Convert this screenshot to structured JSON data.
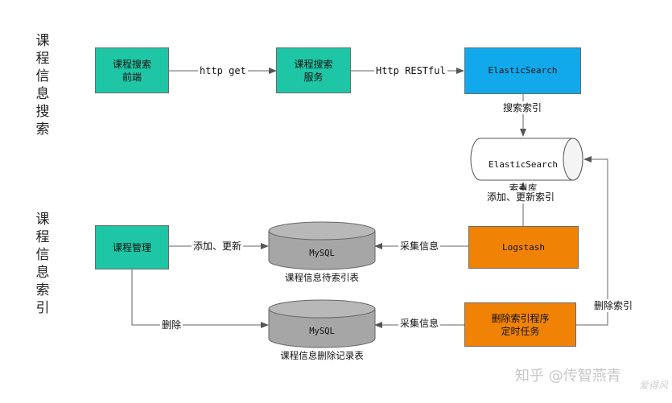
{
  "sections": {
    "search_title": "课程信息搜索",
    "index_title": "课程信息索引"
  },
  "nodes": {
    "search_frontend": "课程搜索\n前端",
    "search_service": "课程搜索\n服务",
    "elasticsearch": "ElasticSearch",
    "es_index_line1": "ElasticSearch",
    "es_index_line2": "索引库",
    "course_mgmt": "课程管理",
    "mysql_pending_line1": "MySQL",
    "mysql_pending_line2": "课程信息待索引表",
    "logstash": "Logstash",
    "mysql_delete_line1": "MySQL",
    "mysql_delete_line2": "课程信息删除记录表",
    "delete_program": "删除索引程序\n定时任务"
  },
  "edges": {
    "http_get": "http get",
    "http_restful": "Http RESTful",
    "search_index": "搜索索引",
    "add_update_index": "添加、更新索引",
    "add_update": "添加、更新",
    "collect_1": "采集信息",
    "delete": "删除",
    "collect_2": "采集信息",
    "delete_index": "删除索引"
  },
  "watermark": {
    "main": "知乎 @传智燕青",
    "corner": "爱得风"
  },
  "colors": {
    "teal": "#1fc6a6",
    "blue": "#12a9ec",
    "orange": "#f08306",
    "cylinder_gray": "#a6a6a6"
  }
}
